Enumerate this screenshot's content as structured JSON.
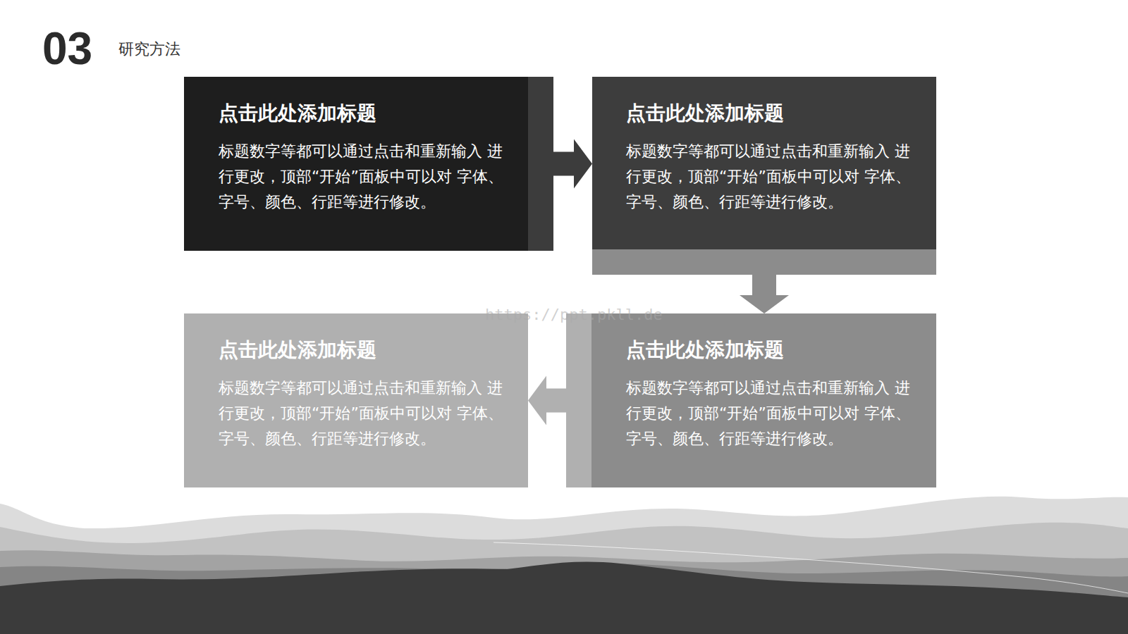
{
  "diagram": {
    "title": "研究方法",
    "nodes": [
      {
        "text": [
          "点击此处添加标题",
          "标题数字等都可以通过点击和重新输入 进行更改，顶部“开始”面板中可以对 字体、字号、颜色、行距等进行修改。"
        ]
      },
      {
        "text": [
          "点击此处添加标题",
          "标题数字等都可以通过点击和重新输入 进行更改，顶部“开始”面板中可以对 字体、字号、颜色、行距等进行修改。"
        ]
      },
      {
        "text": [
          "点击此处添加标题",
          "标题数字等都可以通过点击和重新输入 进行更改，顶部“开始”面板中可以对 字体、字号、颜色、行距等进行修改。"
        ]
      },
      {
        "text": [
          "点击此处添加标题",
          "标题数字等都可以通过点击和重新输入 进行更改，顶部“开始”面板中可以对 字体、字号、颜色、行距等进行修改。"
        ]
      }
    ],
    "edges": [
      {
        "from": 0,
        "to": 1,
        "arrow": "to"
      },
      {
        "from": 1,
        "to": 2,
        "arrow": "to"
      },
      {
        "from": 2,
        "to": 3,
        "arrow": "to"
      }
    ],
    "labels": [
      "03",
      "https://ppt.pkll.de"
    ]
  }
}
